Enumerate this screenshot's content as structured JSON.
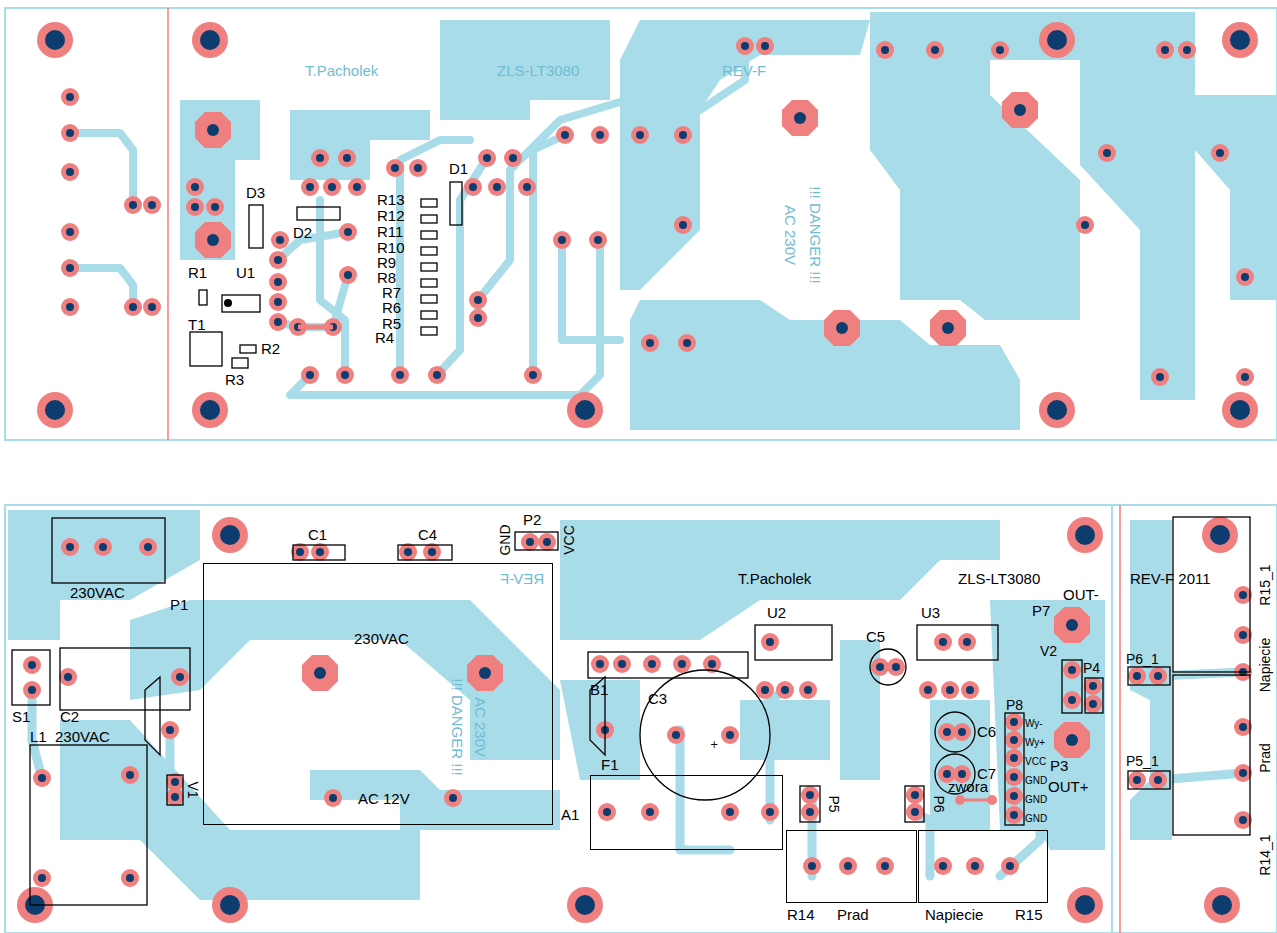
{
  "diagram": {
    "nodes": [
      {
        "text": [
          "230VAC",
          "AC 12V",
          "A1"
        ]
      },
      {
        "text": [
          "F1"
        ]
      },
      {
        "text": [
          "R14",
          "Prad"
        ]
      },
      {
        "text": [
          "Napiecie",
          "R15"
        ]
      }
    ],
    "labels": [
      "T.Pacholek",
      "ZLS-LT3080",
      "REV-F",
      "AC 230V",
      "!!! DANGER !!!",
      "D3",
      "D2",
      "D1",
      "R13",
      "R12",
      "R11",
      "R10",
      "R9",
      "R8",
      "R7",
      "R6",
      "R5",
      "R4",
      "R1",
      "U1",
      "T1",
      "R2",
      "R3",
      "230VAC",
      "P1",
      "S1",
      "C2",
      "L1",
      "230VAC",
      "C1",
      "C4",
      "GND",
      "P2",
      "VCC",
      "REV-F",
      "T.Pacholek",
      "ZLS-LT3080",
      "AC 230V",
      "!!! DANGER !!!",
      "V1",
      "B1",
      "C3",
      "U2",
      "U3",
      "C5",
      "C6",
      "C7",
      "P5",
      "P6",
      "zwora",
      "P7",
      "OUT-",
      "V2",
      "P4",
      "P8",
      "Wy-",
      "Wy+",
      "VCC",
      "GND",
      "GND",
      "GND",
      "P3",
      "OUT+",
      "REV-F 2011",
      "R15_1",
      "Napiecie",
      "P6_1",
      "P5_1",
      "Prad",
      "R14_1"
    ]
  }
}
